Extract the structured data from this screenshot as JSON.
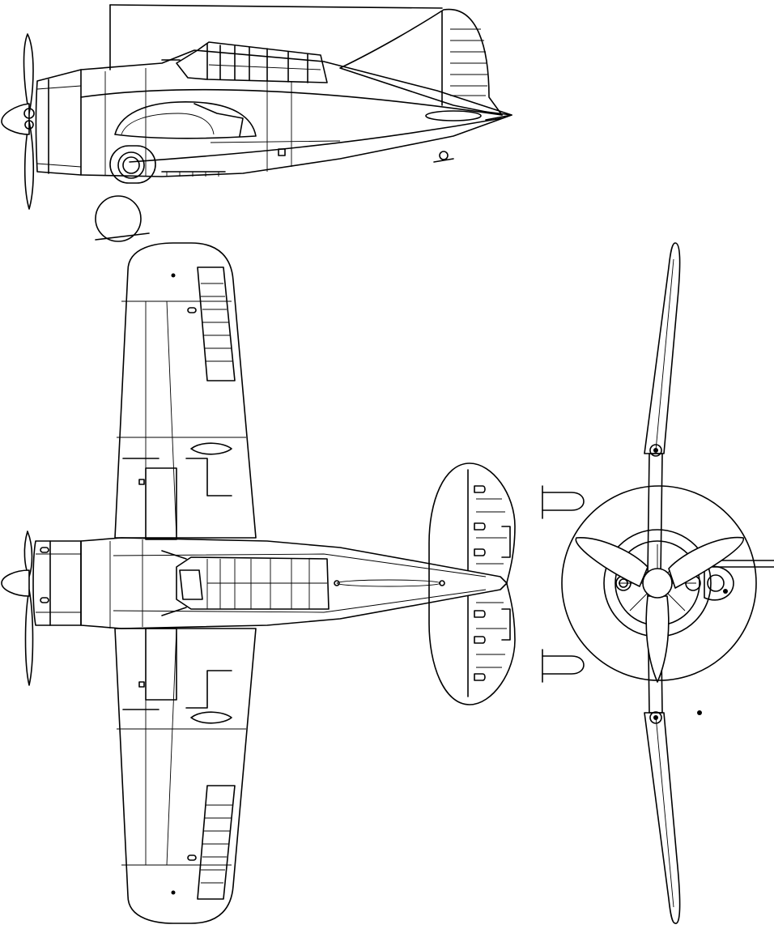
{
  "drawing": {
    "colors": {
      "line": "#000000",
      "background": "#ffffff"
    },
    "views": [
      "side-view",
      "top-view",
      "front-view"
    ]
  }
}
